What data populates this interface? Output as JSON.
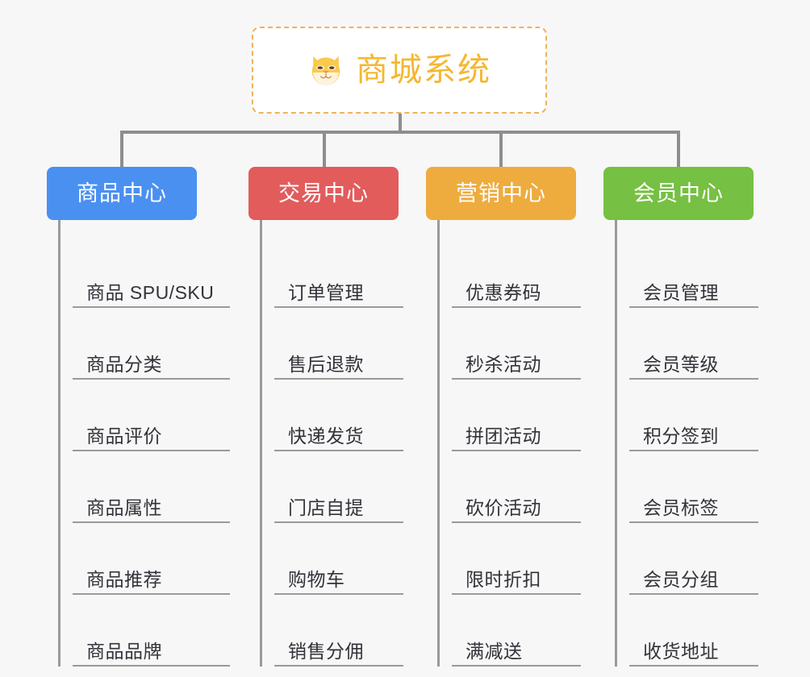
{
  "background_color": "#f7f7f7",
  "root": {
    "title": "商城系统",
    "icon": "shiba-dog-face-icon",
    "text_color": "#f5b731",
    "border_color": "#f0b25a",
    "background": "#ffffff"
  },
  "connector_color": "#8e8e8e",
  "branches": [
    {
      "label": "商品中心",
      "color": "#4a90f0",
      "items": [
        "商品 SPU/SKU",
        "商品分类",
        "商品评价",
        "商品属性",
        "商品推荐",
        "商品品牌"
      ]
    },
    {
      "label": "交易中心",
      "color": "#e25c5c",
      "items": [
        "订单管理",
        "售后退款",
        "快递发货",
        "门店自提",
        "购物车",
        "销售分佣"
      ]
    },
    {
      "label": "营销中心",
      "color": "#eeac3e",
      "items": [
        "优惠券码",
        "秒杀活动",
        "拼团活动",
        "砍价活动",
        "限时折扣",
        "满减送"
      ]
    },
    {
      "label": "会员中心",
      "color": "#76c043",
      "items": [
        "会员管理",
        "会员等级",
        "积分签到",
        "会员标签",
        "会员分组",
        "收货地址"
      ]
    }
  ]
}
